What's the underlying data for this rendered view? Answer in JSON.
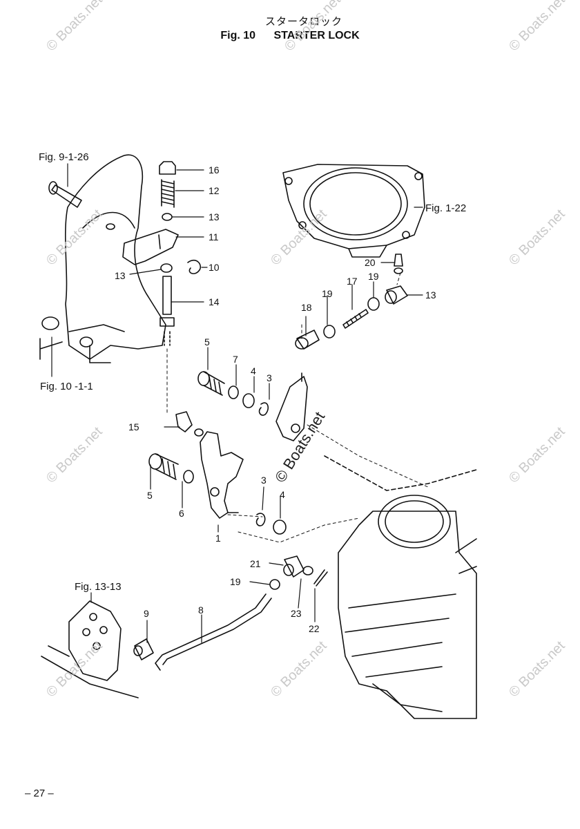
{
  "header": {
    "title_jp": "スタータロック",
    "fig_number": "Fig. 10",
    "title_en": "STARTER LOCK"
  },
  "refs": {
    "r1": "Fig. 9-1-26",
    "r2": "Fig. 1-22",
    "r3": "Fig. 10 -1-1",
    "r4": "Fig. 13-13"
  },
  "callouts": {
    "c16": "16",
    "c12": "12",
    "c13a": "13",
    "c11": "11",
    "c10": "10",
    "c13b": "13",
    "c14": "14",
    "c20": "20",
    "c17": "17",
    "c19a": "19",
    "c19b": "19",
    "c13c": "13",
    "c18": "18",
    "c5a": "5",
    "c7": "7",
    "c4a": "4",
    "c3a": "3",
    "c15": "15",
    "c5b": "5",
    "c6": "6",
    "c3b": "3",
    "c4b": "4",
    "c1": "1",
    "c21": "21",
    "c19c": "19",
    "c23": "23",
    "c22": "22",
    "c9": "9",
    "c8": "8"
  },
  "watermark": {
    "text": "© Boats.net"
  },
  "footer": {
    "page": "– 27 –"
  }
}
